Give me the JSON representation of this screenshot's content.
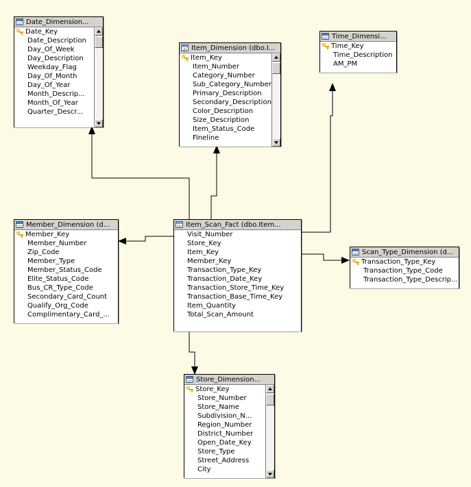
{
  "diagram": {
    "title": "Item_Scan_Fact star schema database diagram",
    "background_color": "#fdfae6",
    "titlebar_color": "#d6d3ce",
    "key_icon_color": "#e8a400",
    "line_color": "#000000"
  },
  "tables": [
    {
      "id": "date_dimension",
      "title": "Date_Dimension...",
      "icon": "table-icon",
      "scrollable": true,
      "clipped_last_row": true,
      "columns": [
        {
          "name": "Date_Key",
          "key": true
        },
        {
          "name": "Date_Description",
          "key": false
        },
        {
          "name": "Day_Of_Week",
          "key": false
        },
        {
          "name": "Day_Description",
          "key": false
        },
        {
          "name": "Weekday_Flag",
          "key": false
        },
        {
          "name": "Day_Of_Month",
          "key": false
        },
        {
          "name": "Day_Of_Year",
          "key": false
        },
        {
          "name": "Month_Descrip...",
          "key": false
        },
        {
          "name": "Month_Of_Year",
          "key": false
        },
        {
          "name": "Quarter_Descr...",
          "key": false
        }
      ]
    },
    {
      "id": "item_dimension",
      "title": "Item_Dimension (dbo.I...",
      "icon": "table-grid-icon",
      "scrollable": true,
      "clipped_last_row": true,
      "columns": [
        {
          "name": "Item_Key",
          "key": true
        },
        {
          "name": "Item_Number",
          "key": false
        },
        {
          "name": "Category_Number",
          "key": false
        },
        {
          "name": "Sub_Category_Number",
          "key": false
        },
        {
          "name": "Primary_Description",
          "key": false
        },
        {
          "name": "Secondary_Description",
          "key": false
        },
        {
          "name": "Color_Description",
          "key": false
        },
        {
          "name": "Size_Description",
          "key": false
        },
        {
          "name": "Item_Status_Code",
          "key": false
        },
        {
          "name": "Fineline",
          "key": false
        }
      ]
    },
    {
      "id": "time_dimension",
      "title": "Time_Dimensi...",
      "icon": "table-icon",
      "scrollable": false,
      "clipped_last_row": false,
      "columns": [
        {
          "name": "Time_Key",
          "key": true
        },
        {
          "name": "Time_Description",
          "key": false
        },
        {
          "name": "AM_PM",
          "key": false
        }
      ]
    },
    {
      "id": "member_dimension",
      "title": "Member_Dimension (d...",
      "icon": "table-icon",
      "scrollable": false,
      "clipped_last_row": false,
      "columns": [
        {
          "name": "Member_Key",
          "key": true
        },
        {
          "name": "Member_Number",
          "key": false
        },
        {
          "name": "Zip_Code",
          "key": false
        },
        {
          "name": "Member_Type",
          "key": false
        },
        {
          "name": "Member_Status_Code",
          "key": false
        },
        {
          "name": "Elite_Status_Code",
          "key": false
        },
        {
          "name": "Bus_CR_Type_Code",
          "key": false
        },
        {
          "name": "Secondary_Card_Count",
          "key": false
        },
        {
          "name": "Qualify_Org_Code",
          "key": false
        },
        {
          "name": "Complimentary_Card_...",
          "key": false
        }
      ]
    },
    {
      "id": "item_scan_fact",
      "title": "Item_Scan_Fact (dbo.Item...",
      "icon": "table-grid-icon",
      "scrollable": false,
      "clipped_last_row": false,
      "columns": [
        {
          "name": "Visit_Number",
          "key": false
        },
        {
          "name": "Store_Key",
          "key": false
        },
        {
          "name": "Item_Key",
          "key": false
        },
        {
          "name": "Member_Key",
          "key": false
        },
        {
          "name": "Transaction_Type_Key",
          "key": false
        },
        {
          "name": "Transaction_Date_Key",
          "key": false
        },
        {
          "name": "Transaction_Store_Time_Key",
          "key": false
        },
        {
          "name": "Transaction_Base_Time_Key",
          "key": false
        },
        {
          "name": "Item_Quantity",
          "key": false
        },
        {
          "name": "Total_Scan_Amount",
          "key": false
        }
      ]
    },
    {
      "id": "scan_type_dimension",
      "title": "Scan_Type_Dimension (d...",
      "icon": "table-icon",
      "scrollable": false,
      "clipped_last_row": false,
      "columns": [
        {
          "name": "Transaction_Type_Key",
          "key": true
        },
        {
          "name": "Transaction_Type_Code",
          "key": false
        },
        {
          "name": "Transaction_Type_Descrip...",
          "key": false
        }
      ]
    },
    {
      "id": "store_dimension",
      "title": "Store_Dimension...",
      "icon": "table-icon",
      "scrollable": true,
      "clipped_last_row": false,
      "columns": [
        {
          "name": "Store_Key",
          "key": true
        },
        {
          "name": "Store_Number",
          "key": false
        },
        {
          "name": "Store_Name",
          "key": false
        },
        {
          "name": "Subdivision_N...",
          "key": false
        },
        {
          "name": "Region_Number",
          "key": false
        },
        {
          "name": "District_Number",
          "key": false
        },
        {
          "name": "Open_Date_Key",
          "key": false
        },
        {
          "name": "Store_Type",
          "key": false
        },
        {
          "name": "Street_Address",
          "key": false
        },
        {
          "name": "City",
          "key": false
        }
      ]
    }
  ],
  "relationships": [
    {
      "id": "fact-to-date",
      "from": "item_scan_fact",
      "to": "date_dimension",
      "arrow": "up"
    },
    {
      "id": "fact-to-item",
      "from": "item_scan_fact",
      "to": "item_dimension",
      "arrow": "up"
    },
    {
      "id": "fact-to-time",
      "from": "item_scan_fact",
      "to": "time_dimension",
      "arrow": "up"
    },
    {
      "id": "fact-to-member",
      "from": "item_scan_fact",
      "to": "member_dimension",
      "arrow": "left"
    },
    {
      "id": "fact-to-scantype",
      "from": "item_scan_fact",
      "to": "scan_type_dimension",
      "arrow": "right"
    },
    {
      "id": "fact-to-store",
      "from": "item_scan_fact",
      "to": "store_dimension",
      "arrow": "down"
    }
  ]
}
